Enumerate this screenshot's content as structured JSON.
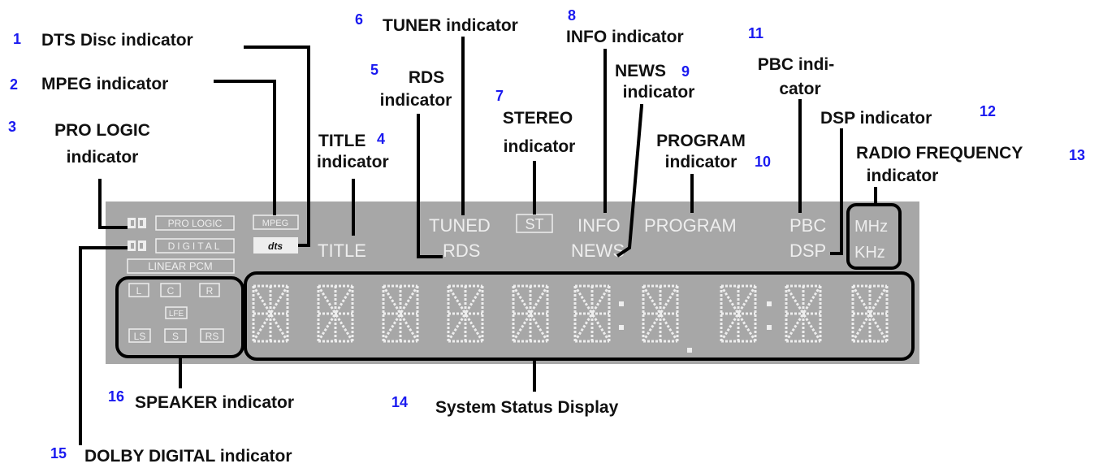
{
  "callouts": [
    {
      "num": "1",
      "text": "DTS Disc indicator"
    },
    {
      "num": "2",
      "text": "MPEG indicator"
    },
    {
      "num": "3",
      "lines": [
        "PRO LOGIC",
        "indicator"
      ]
    },
    {
      "num": "4",
      "lines": [
        "TITLE",
        "indicator"
      ]
    },
    {
      "num": "5",
      "lines": [
        "RDS",
        "indicator"
      ]
    },
    {
      "num": "6",
      "text": "TUNER indicator"
    },
    {
      "num": "7",
      "lines": [
        "STEREO",
        "indicator"
      ]
    },
    {
      "num": "8",
      "text": "INFO indicator"
    },
    {
      "num": "9",
      "lines": [
        "NEWS",
        "indicator"
      ]
    },
    {
      "num": "10",
      "lines": [
        "PROGRAM",
        "indicator"
      ]
    },
    {
      "num": "11",
      "lines": [
        "PBC indi-",
        "cator"
      ]
    },
    {
      "num": "12",
      "text": "DSP indicator"
    },
    {
      "num": "13",
      "lines": [
        "RADIO FREQUENCY",
        "indicator"
      ]
    },
    {
      "num": "14",
      "text": "System Status Display"
    },
    {
      "num": "15",
      "text": "DOLBY DIGITAL indicator"
    },
    {
      "num": "16",
      "text": "SPEAKER indicator"
    }
  ],
  "display": {
    "pro_logic": "PRO LOGIC",
    "digital": "DIGITAL",
    "linear_pcm": "LINEAR PCM",
    "mpeg": "MPEG",
    "dts": "dts",
    "title": "TITLE",
    "tuned": "TUNED",
    "rds": "RDS",
    "st": "ST",
    "info": "INFO",
    "news": "NEWS",
    "program": "PROGRAM",
    "pbc": "PBC",
    "dsp": "DSP",
    "mhz": "MHz",
    "khz": "KHz",
    "speakers": {
      "l": "L",
      "c": "C",
      "r": "R",
      "lfe": "LFE",
      "ls": "LS",
      "s": "S",
      "rs": "RS"
    }
  },
  "colors": {
    "panel": "#a7a7a7",
    "lcd": "#eeeeee",
    "label": "#111111",
    "number": "#1a1af0"
  }
}
